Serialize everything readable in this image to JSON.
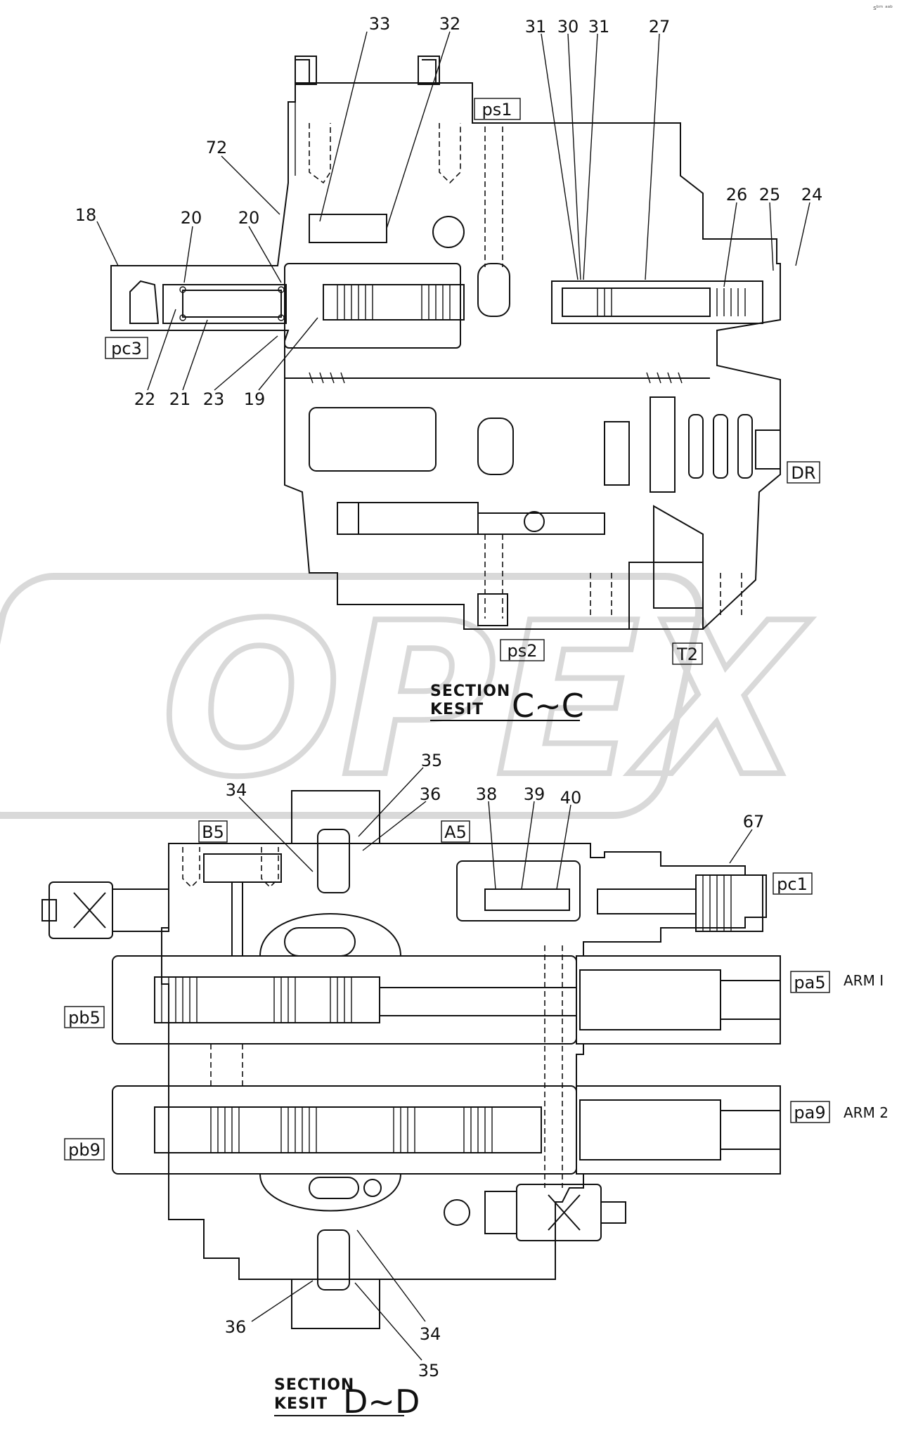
{
  "watermark": {
    "text": "OPEX",
    "color": "#d9d9d9"
  },
  "corner_mark": "sᵇᵐ ᵃᵃᵇ",
  "section_cc": {
    "word1": "SECTION",
    "word2": "KESIT",
    "id": "C~C",
    "callouts": [
      "33",
      "32",
      "31",
      "30",
      "31",
      "27",
      "72",
      "18",
      "20",
      "20",
      "26",
      "25",
      "24",
      "22",
      "21",
      "23",
      "19"
    ],
    "ports": [
      "ps1",
      "pc3",
      "DR",
      "ps2",
      "T2"
    ]
  },
  "section_dd": {
    "word1": "SECTION",
    "word2": "KESIT",
    "id": "D~D",
    "callouts": [
      "35",
      "34",
      "36",
      "38",
      "39",
      "40",
      "67",
      "36",
      "34",
      "35"
    ],
    "ports": [
      "B5",
      "A5",
      "pc1",
      "pa5",
      "pb5",
      "pa9",
      "pb9"
    ],
    "functions": [
      "ARM I",
      "ARM 2"
    ]
  }
}
